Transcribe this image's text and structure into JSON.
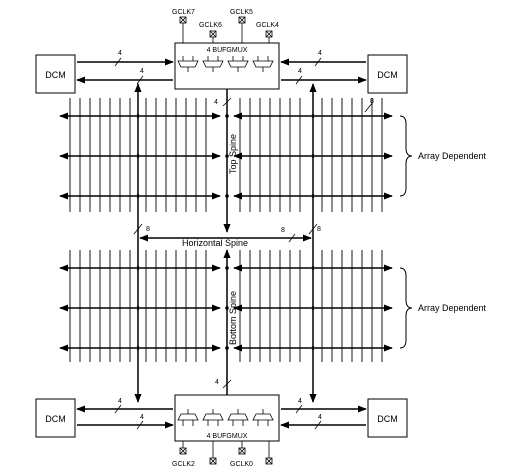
{
  "blocks": {
    "dcm_label": "DCM",
    "bufgmux_label": "4 BUFGMUX"
  },
  "gclk_top": [
    "GCLK7",
    "GCLK6",
    "GCLK5",
    "GCLK4"
  ],
  "gclk_bottom": [
    "GCLK2",
    "GCLK0"
  ],
  "spines": {
    "top": "Top Spine",
    "horizontal": "Horizontal Spine",
    "bottom": "Bottom Spine"
  },
  "bus_widths": {
    "four": "4",
    "eight": "8"
  },
  "annotation": "Array Dependent"
}
